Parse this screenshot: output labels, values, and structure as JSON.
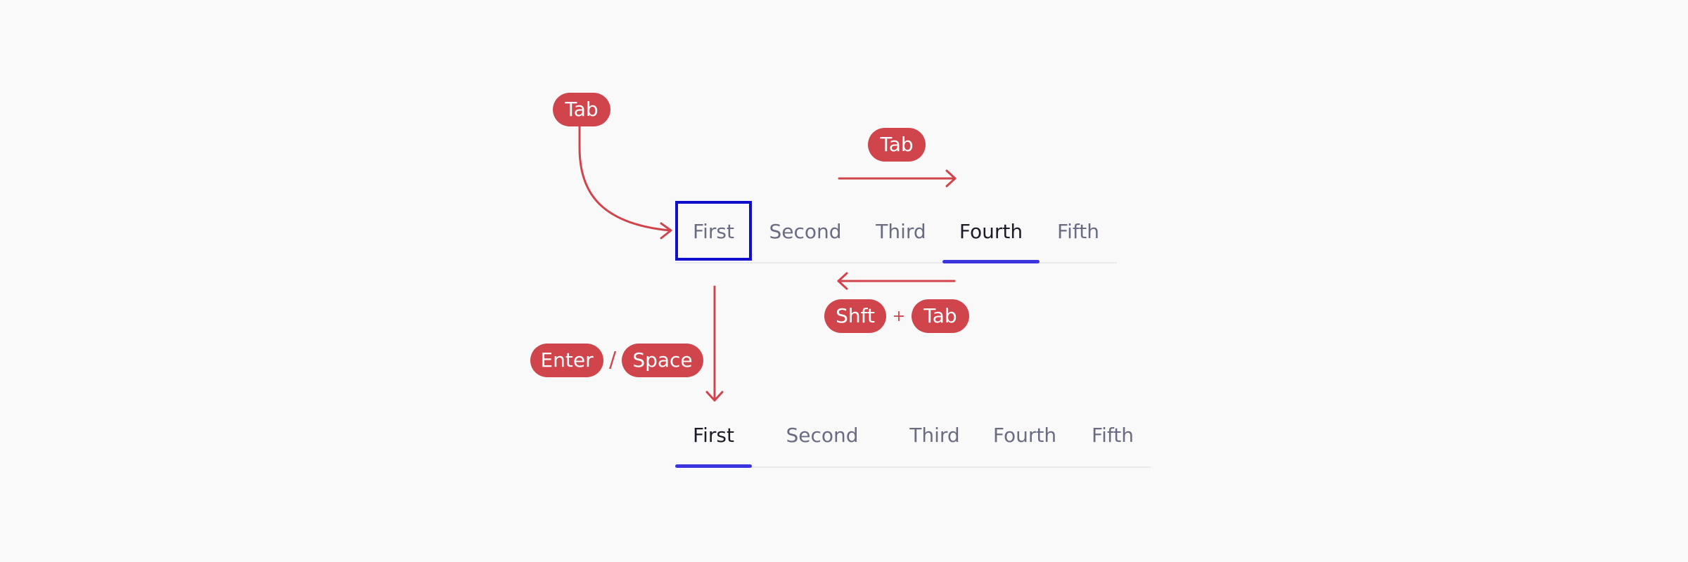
{
  "colors": {
    "key_badge": "#d0444c",
    "focus_ring": "#1010cc",
    "active_indicator": "#3b35e0",
    "tab_text": "#6a6d82",
    "tab_text_active": "#1c1c28",
    "background": "#f9f9f9"
  },
  "keys": {
    "tab_into": "Tab",
    "tab_next": "Tab",
    "shift": "Shft",
    "plus": "+",
    "tab_prev": "Tab",
    "enter": "Enter",
    "slash": "/",
    "space": "Space"
  },
  "top_tabs": {
    "focused": "First",
    "active": "Fourth",
    "items": [
      "First",
      "Second",
      "Third",
      "Fourth",
      "Fifth"
    ]
  },
  "bottom_tabs": {
    "active": "First",
    "items": [
      "First",
      "Second",
      "Third",
      "Fourth",
      "Fifth"
    ]
  }
}
